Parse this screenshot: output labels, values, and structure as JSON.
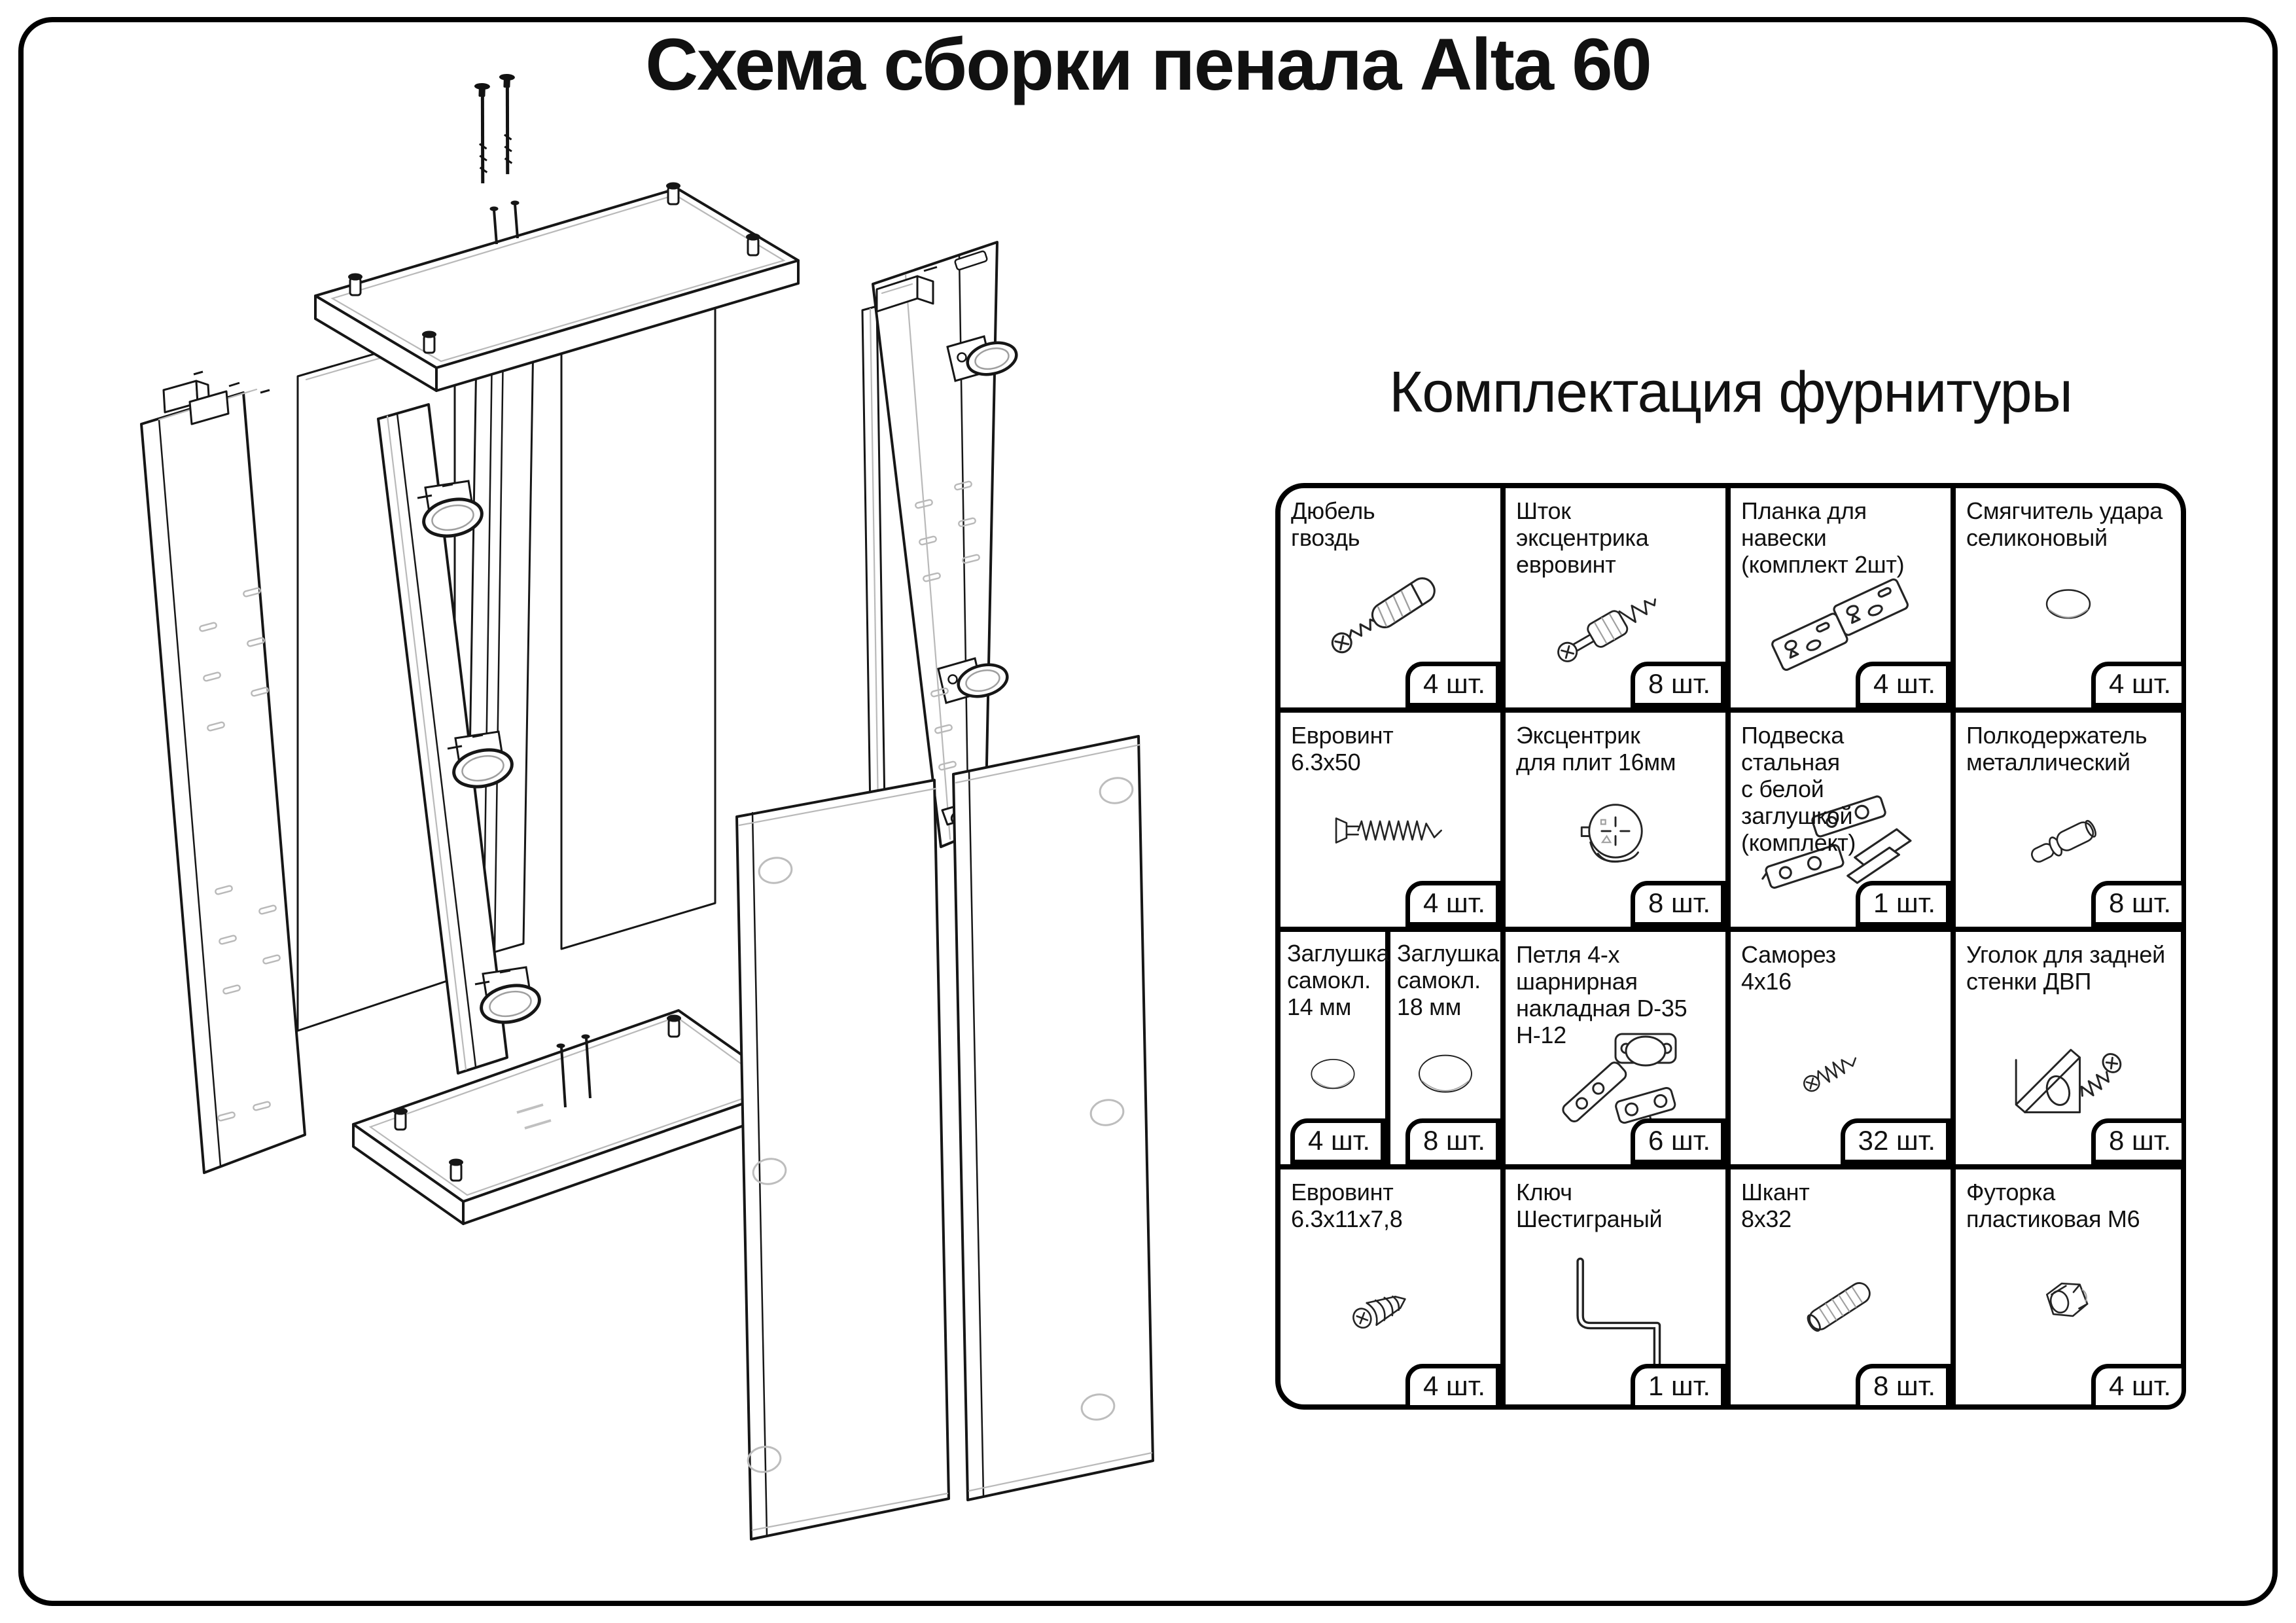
{
  "page": {
    "title": "Схема сборки пенала Alta 60",
    "background": "#ffffff",
    "border_color": "#000000",
    "line_color": "#161616"
  },
  "diagram": {
    "name": "exploded-assembly-diagram",
    "parts": [
      "top-panel",
      "two-euro-screws",
      "left-side-panel",
      "side-panel-with-hinges",
      "back-panel-left",
      "back-center-strip",
      "back-panel-right",
      "right-side-panel-with-hangers",
      "bottom-panel",
      "left-door",
      "right-door"
    ]
  },
  "hardware": {
    "heading": "Комплектация фурнитуры",
    "rows": [
      {
        "cells": [
          {
            "name": "Дюбель\nгвоздь",
            "qty": "4 шт.",
            "icon": "dowel-nail-icon"
          },
          {
            "name": "Шток\nэксцентрика\nевровинт",
            "qty": "8 шт.",
            "icon": "cam-bolt-icon"
          },
          {
            "name": "Планка для\nнавески\n(комплект 2шт)",
            "qty": "4 шт.",
            "icon": "hanging-plate-icon"
          },
          {
            "name": "Смягчитель удара\nселиконовый",
            "qty": "4 шт.",
            "icon": "silicone-damper-icon"
          }
        ]
      },
      {
        "cells": [
          {
            "name": "Евровинт\n6.3х50",
            "qty": "4 шт.",
            "icon": "euro-screw-icon"
          },
          {
            "name": "Эксцентрик\nдля плит 16мм",
            "qty": "8 шт.",
            "icon": "cam-lock-icon"
          },
          {
            "name": "Подвеска стальная\nс белой заглушкой\n(комплект)",
            "qty": "1 шт.",
            "icon": "steel-hanger-icon"
          },
          {
            "name": "Полкодержатель\nметаллический",
            "qty": "8 шт.",
            "icon": "shelf-pin-icon"
          }
        ]
      },
      {
        "cells": [
          {
            "name": "Заглушка\nсамокл.\n14 мм",
            "qty": "4 шт.",
            "icon": "cover-cap-icon"
          },
          {
            "name": "Заглушка\nсамокл.\n18 мм",
            "qty": "8 шт.",
            "icon": "cover-cap-icon"
          },
          {
            "name": "Петля 4-х шарнирная\nнакладная D-35 H-12",
            "qty": "6 шт.",
            "icon": "hinge-icon"
          },
          {
            "name": "Саморез\n4х16",
            "qty": "32 шт.",
            "icon": "small-screw-icon"
          },
          {
            "name": "Уголок для задней\nстенки ДВП",
            "qty": "8 шт.",
            "icon": "corner-block-icon"
          }
        ]
      },
      {
        "cells": [
          {
            "name": "Евровинт\n6.3х11х7,8",
            "qty": "4 шт.",
            "icon": "short-euro-screw-icon"
          },
          {
            "name": "Ключ\nШестиграный",
            "qty": "1 шт.",
            "icon": "hex-key-icon"
          },
          {
            "name": "Шкант\n8х32",
            "qty": "8 шт.",
            "icon": "wood-dowel-icon"
          },
          {
            "name": "Футорка\nпластиковая М6",
            "qty": "4 шт.",
            "icon": "plastic-insert-icon"
          }
        ]
      }
    ]
  }
}
